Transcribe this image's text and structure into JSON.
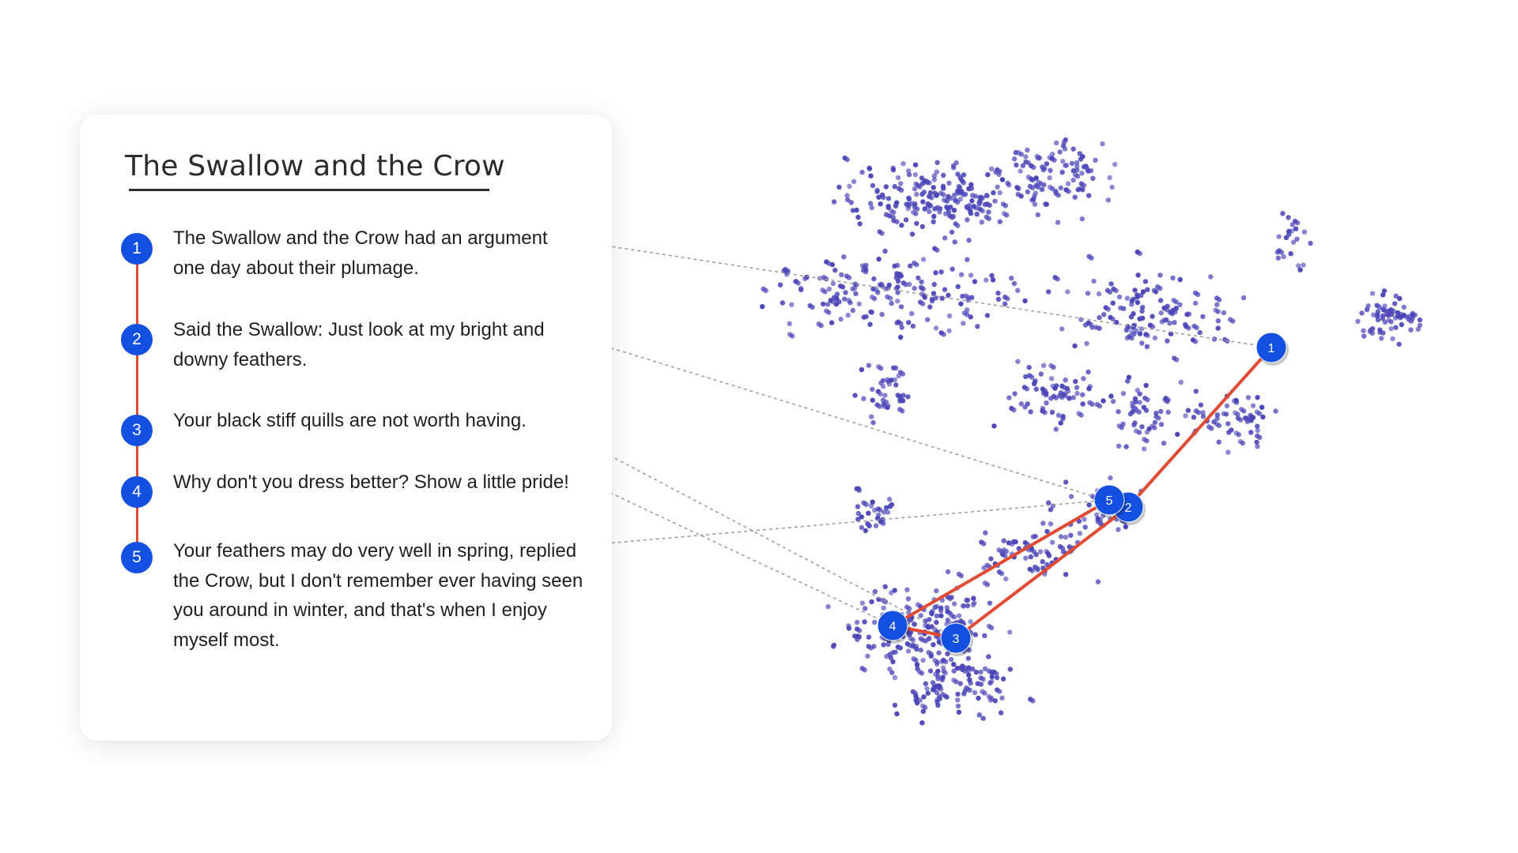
{
  "story": {
    "title": "The Swallow and the Crow",
    "steps": [
      {
        "number": "1",
        "text": "The Swallow and the Crow had an argument one day about their plumage."
      },
      {
        "number": "2",
        "text": "Said the Swallow: Just look at my bright and downy feathers."
      },
      {
        "number": "3",
        "text": "Your black stiff quills are not worth having."
      },
      {
        "number": "4",
        "text": "Why don't you dress better? Show a little pride!"
      },
      {
        "number": "5",
        "text": "Your feathers may do very well in spring, replied the Crow, but I don't remember ever having seen you around in winter, and that's when I enjoy myself most."
      }
    ]
  },
  "colors": {
    "marker": "#1450e0",
    "path": "#e24b33",
    "scatter": "#4b45b8",
    "connector": "#9a9a9a",
    "text": "#1f1f1f"
  }
}
